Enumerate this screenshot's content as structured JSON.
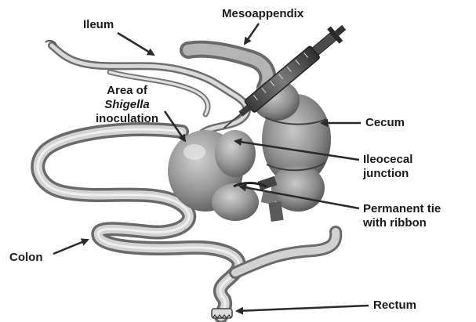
{
  "labels": {
    "ileum": "Ileum",
    "mesoappendix": "Mesoappendix",
    "area_line1": "Area of",
    "area_line2": "Shigella",
    "area_line3": "inoculation",
    "cecum": "Cecum",
    "ileocecal_line1": "Ileocecal",
    "ileocecal_line2": "junction",
    "tie_line1": "Permanent tie",
    "tie_line2": "with ribbon",
    "colon": "Colon",
    "rectum": "Rectum"
  },
  "colors": {
    "tissue": "#9a9a9a",
    "tissue_dark": "#5a5a5a",
    "tissue_light": "#d6d6d6",
    "arrow": "#2a2a2a",
    "text": "#1a1a1a"
  }
}
